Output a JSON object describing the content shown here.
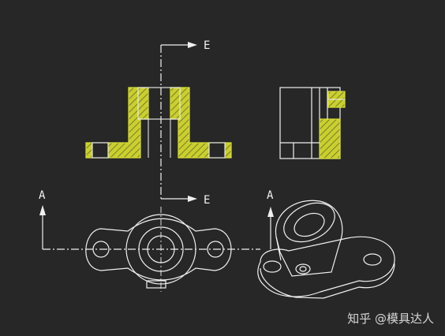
{
  "colors": {
    "background": "#272727",
    "line": "#f0f0f0",
    "section_fill": "#c9cf2f",
    "section_outline": "#d7de38"
  },
  "labels": {
    "section_top": "E",
    "section_bottom": "E",
    "view_arrow_left": "A",
    "view_arrow_right": "A"
  },
  "watermark": "知乎 @模具达人"
}
